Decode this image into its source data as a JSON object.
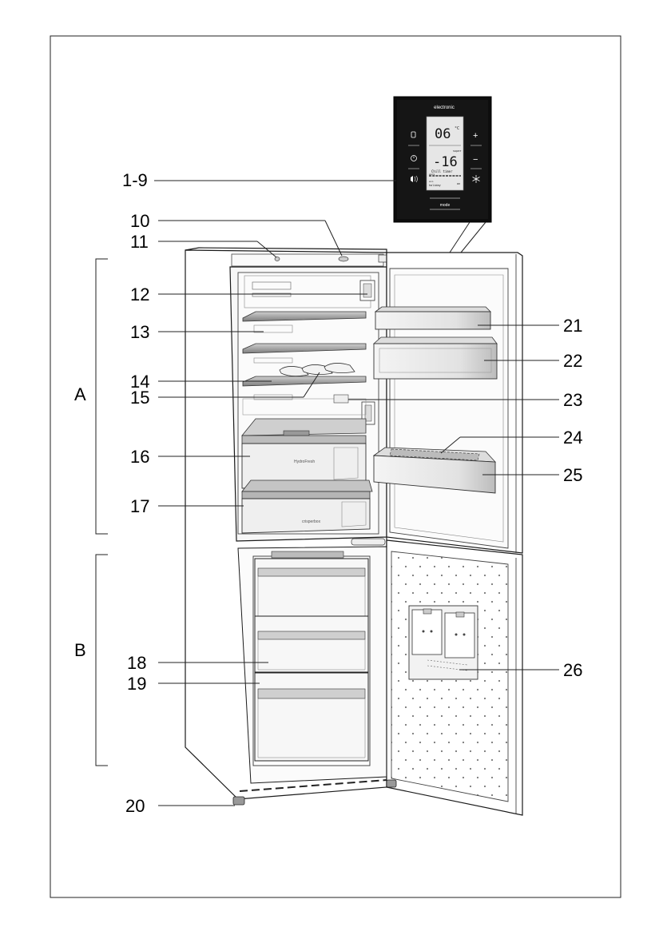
{
  "labels": {
    "l1_9": "1-9",
    "l10": "10",
    "l11": "11",
    "l12": "12",
    "l13": "13",
    "l14": "14",
    "l15": "15",
    "l16": "16",
    "l17": "17",
    "l18": "18",
    "l19": "19",
    "l20": "20",
    "l21": "21",
    "l22": "22",
    "l23": "23",
    "l24": "24",
    "l25": "25",
    "l26": "26",
    "secA": "A",
    "secB": "B"
  },
  "panel": {
    "brand": "electronic",
    "fridge_temp": "06",
    "fridge_unit": "°C",
    "freezer_temp": "-16",
    "super_label": "super",
    "chiller_label": "Chill timer",
    "bar_left": "ears",
    "bar_right": "on",
    "holiday_label": "holiday",
    "eco_label": "eco",
    "mode_label": "mode",
    "plus": "+",
    "minus": "−"
  },
  "drawer_text": {
    "hydrofresh": "HydroFresh",
    "crisper": "crisperbox"
  },
  "colors": {
    "outline": "#1a1a1a",
    "panel_bg": "#0e0e0e",
    "lcd_bg": "#dedede",
    "shelf_gray": "#9a9a9a"
  }
}
